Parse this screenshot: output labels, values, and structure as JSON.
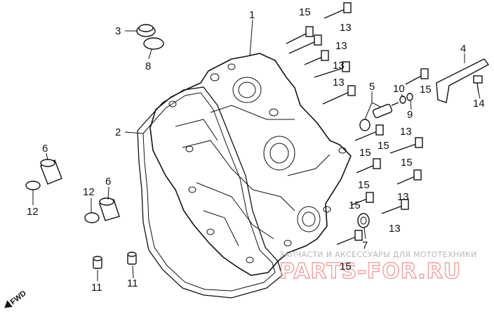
{
  "callouts": [
    {
      "id": "c1",
      "text": "1"
    },
    {
      "id": "c2",
      "text": "2"
    },
    {
      "id": "c3",
      "text": "3"
    },
    {
      "id": "c8",
      "text": "8"
    },
    {
      "id": "c4",
      "text": "4"
    },
    {
      "id": "c5",
      "text": "5"
    },
    {
      "id": "c10",
      "text": "10"
    },
    {
      "id": "c9",
      "text": "9"
    },
    {
      "id": "c14",
      "text": "14"
    },
    {
      "id": "c6a",
      "text": "6"
    },
    {
      "id": "c12a",
      "text": "12"
    },
    {
      "id": "c12b",
      "text": "12"
    },
    {
      "id": "c6b",
      "text": "6"
    },
    {
      "id": "c11a",
      "text": "11"
    },
    {
      "id": "c11b",
      "text": "11"
    },
    {
      "id": "c7",
      "text": "7"
    },
    {
      "id": "c15a",
      "text": "15"
    },
    {
      "id": "c13a",
      "text": "13"
    },
    {
      "id": "c13b",
      "text": "13"
    },
    {
      "id": "c13c",
      "text": "13"
    },
    {
      "id": "c13d",
      "text": "13"
    },
    {
      "id": "c15b",
      "text": "15"
    },
    {
      "id": "c15c",
      "text": "15"
    },
    {
      "id": "c13e",
      "text": "13"
    },
    {
      "id": "c15d",
      "text": "15"
    },
    {
      "id": "c15e",
      "text": "15"
    },
    {
      "id": "c15f",
      "text": "15"
    },
    {
      "id": "c13f",
      "text": "13"
    },
    {
      "id": "c15g",
      "text": "15"
    },
    {
      "id": "c13g",
      "text": "13"
    },
    {
      "id": "c15h",
      "text": "15"
    }
  ],
  "watermark": {
    "tagline": "ЗАПЧАСТИ И АКСЕССУАРЫ ДЛЯ МОТОТЕХНИКИ",
    "logo": "PARTS-FOR.RU"
  },
  "direction_label": "FWD"
}
